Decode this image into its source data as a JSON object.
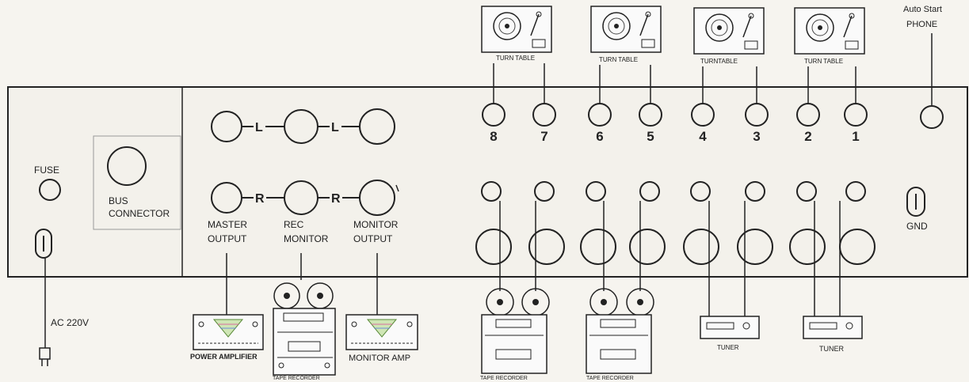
{
  "panel": {
    "fuse": "FUSE",
    "bus": "BUS",
    "connector": "CONNECTOR",
    "l": "L",
    "r": "R",
    "master": "MASTER",
    "output": "OUTPUT",
    "rec": "REC",
    "monitor": "MONITOR",
    "monitor_out": "MONITOR",
    "output2": "OUTPUT",
    "gnd": "GND",
    "ac": "AC  220V"
  },
  "phono_numbers": [
    "8",
    "7",
    "6",
    "5",
    "4",
    "3",
    "2",
    "1"
  ],
  "top": {
    "turntables": [
      "TURN TABLE",
      "TURN TABLE",
      "TURNTABLE",
      "TURN TABLE"
    ],
    "auto_start": "Auto Start",
    "phone": "PHONE"
  },
  "bottom": {
    "power_amp": "POWER AMPLIFIER",
    "tape_recorder_1": "TAPE RECORDER",
    "monitor_amp": "MONITOR  AMP",
    "tape_recorder_2": "TAPE RECORDER",
    "tape_recorder_3": "TAPE RECORDER",
    "tuner_1": "TUNER",
    "tuner_2": "TUNER"
  }
}
